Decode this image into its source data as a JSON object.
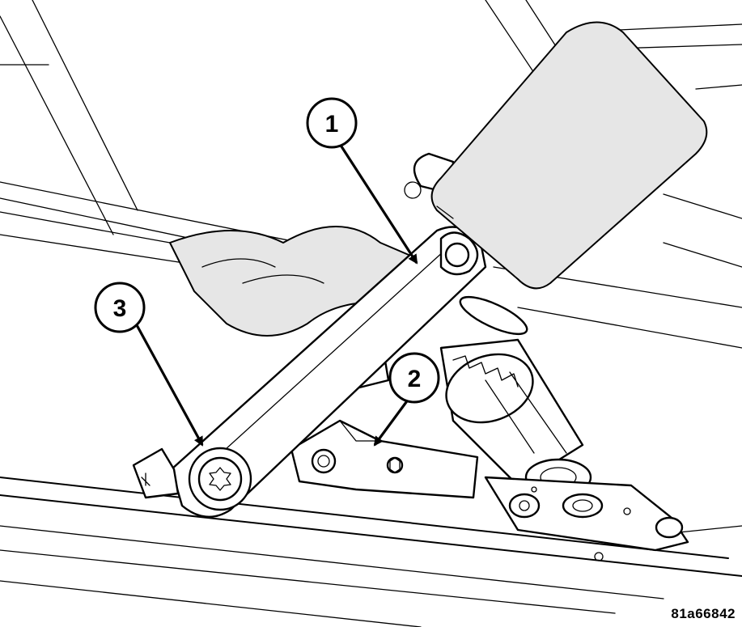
{
  "callouts": [
    {
      "number": "1"
    },
    {
      "number": "2"
    },
    {
      "number": "3"
    }
  ],
  "figure_id": "81a66842"
}
